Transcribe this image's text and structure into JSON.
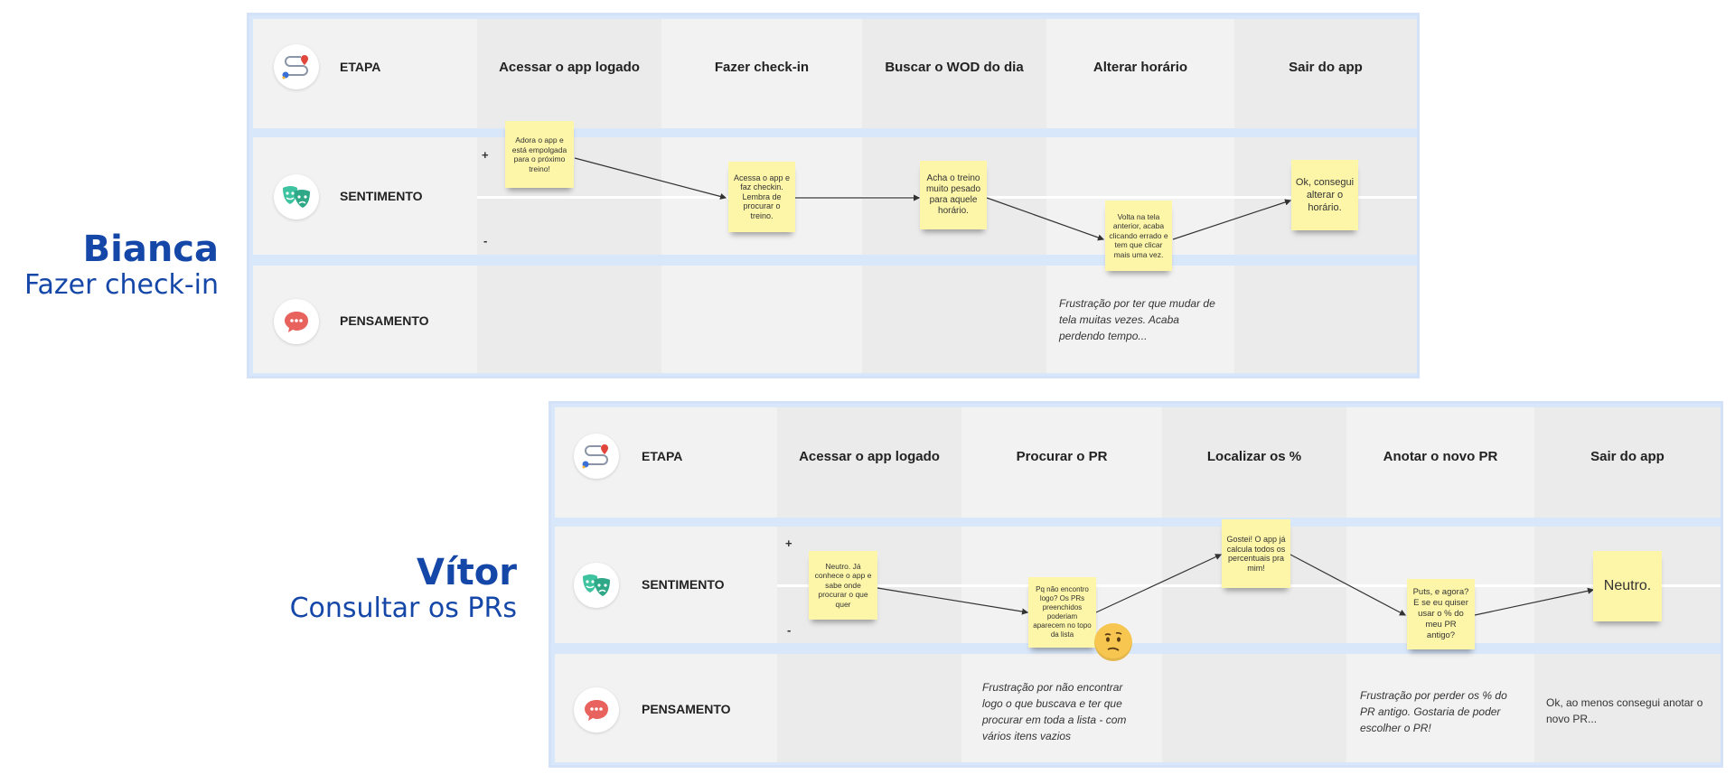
{
  "colors": {
    "accent": "#1447a8",
    "board_border": "#d3e2f8",
    "sticky": "#fdf6a8",
    "emoji": "#f6c650"
  },
  "icons": {
    "etapa": "route-map-icon",
    "sentimento": "theater-masks-icon",
    "pensamento": "speech-bubble-icon"
  },
  "row_labels": {
    "etapa": "ETAPA",
    "sentimento": "SENTIMENTO",
    "pensamento": "PENSAMENTO",
    "plus": "+",
    "minus": "-"
  },
  "journeys": [
    {
      "persona": "Bianca",
      "task": "Fazer check-in",
      "stages": [
        "Acessar o app logado",
        "Fazer check-in",
        "Buscar o WOD do dia",
        "Alterar horário",
        "Sair do app"
      ],
      "feelings": [
        {
          "text": "Adora o app e está empolgada para o próximo treino!",
          "level": "high"
        },
        {
          "text": "Acessa o app e faz checkin. Lembra de procurar o treino.",
          "level": "neutral"
        },
        {
          "text": "Acha o treino muito pesado para aquele horário.",
          "level": "neutral"
        },
        {
          "text": "Volta na tela anterior, acaba clicando errado e tem que clicar mais uma vez.",
          "level": "low"
        },
        {
          "text": "Ok, consegui alterar o horário.",
          "level": "neutral"
        }
      ],
      "thoughts": [
        "",
        "",
        "",
        "Frustração por ter que mudar de tela muitas vezes. Acaba perdendo tempo...",
        ""
      ]
    },
    {
      "persona": "Vítor",
      "task": "Consultar os PRs",
      "stages": [
        "Acessar o app logado",
        "Procurar o PR",
        "Localizar os %",
        "Anotar o novo PR",
        "Sair do app"
      ],
      "feelings": [
        {
          "text": "Neutro. Já conhece o app e sabe onde procurar o que quer",
          "level": "neutral"
        },
        {
          "text": "Pq não encontro logo? Os PRs preenchidos poderiam aparecem no topo da lista",
          "level": "low"
        },
        {
          "text": "Gostei! O app já calcula todos os percentuais pra mim!",
          "level": "high"
        },
        {
          "text": "Puts, e agora? E se eu quiser usar o % do meu PR antigo?",
          "level": "low"
        },
        {
          "text": "Neutro.",
          "level": "neutral"
        }
      ],
      "thoughts": [
        "",
        "Frustração por não encontrar logo o que buscava e ter que procurar em toda a lista - com vários itens vazios",
        "",
        "Frustração por perder os % do PR antigo. Gostaria de poder escolher o PR!",
        "Ok, ao menos consegui anotar o novo PR..."
      ],
      "emoji": "confused-face-icon"
    }
  ]
}
